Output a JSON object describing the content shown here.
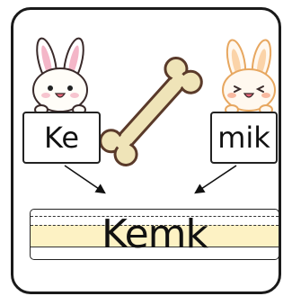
{
  "left_word": "Ke",
  "right_word": "mik",
  "combined_word": "Kemk",
  "icons": [
    "bunny-icon",
    "bone-icon",
    "bunny-happy-icon"
  ],
  "colors": {
    "band": "#fdf2c4",
    "bone": "#efe4b8",
    "border": "#1a1a1a"
  }
}
